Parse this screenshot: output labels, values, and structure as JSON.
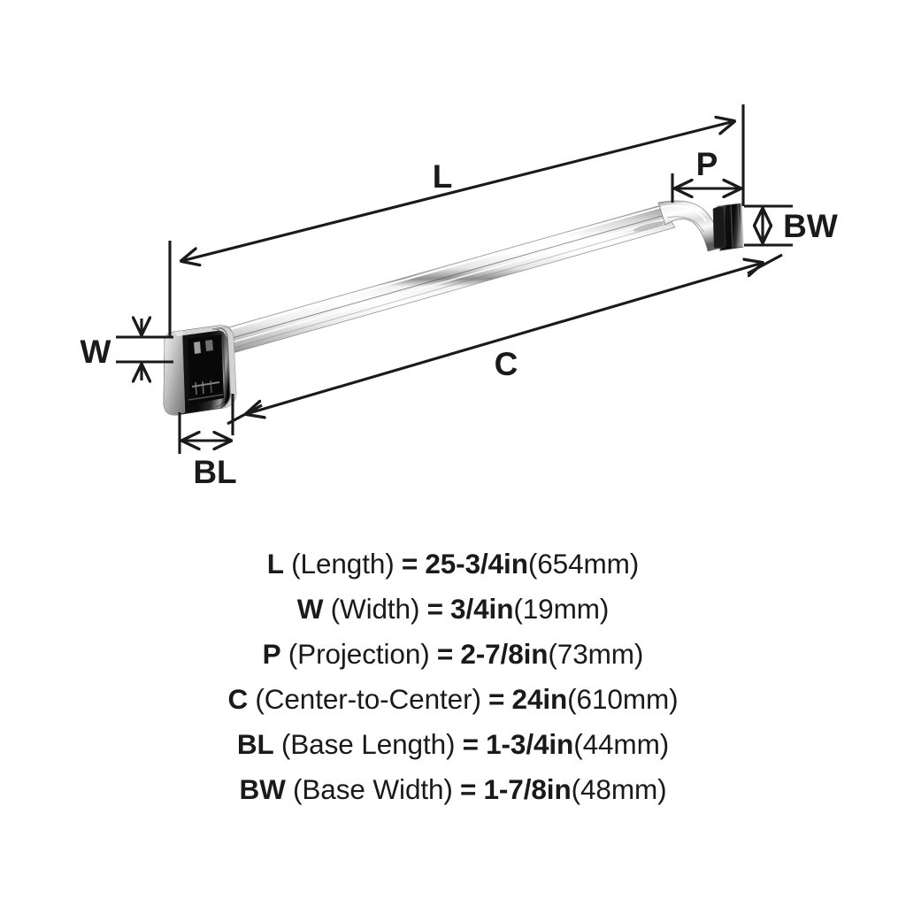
{
  "product": {
    "type": "towel-bar",
    "finish": "polished-chrome",
    "view": "angled-perspective"
  },
  "diagram": {
    "labels": {
      "length": "L",
      "width": "W",
      "projection": "P",
      "center_to_center": "C",
      "base_length": "BL",
      "base_width": "BW"
    }
  },
  "legend": {
    "rows": [
      {
        "key": "L",
        "desc": "(Length)",
        "eq": "=",
        "value": "25-3/4in",
        "metric": "(654mm)"
      },
      {
        "key": "W",
        "desc": "(Width)",
        "eq": "=",
        "value": "3/4in",
        "metric": "(19mm)"
      },
      {
        "key": "P",
        "desc": "(Projection)",
        "eq": "=",
        "value": "2-7/8in",
        "metric": "(73mm)"
      },
      {
        "key": "C",
        "desc": "(Center-to-Center)",
        "eq": "=",
        "value": "24in",
        "metric": "(610mm)"
      },
      {
        "key": "BL",
        "desc": "(Base Length)",
        "eq": "=",
        "value": "1-3/4in",
        "metric": "(44mm)"
      },
      {
        "key": "BW",
        "desc": "(Base Width)",
        "eq": "=",
        "value": "1-7/8in",
        "metric": "(48mm)"
      }
    ]
  },
  "colors": {
    "background": "#ffffff",
    "line": "#1a1a1a",
    "text": "#1a1a1a",
    "chrome_light": "#ffffff",
    "chrome_mid": "#c8c8c8",
    "chrome_dark": "#6e6e6e",
    "bracket_dark": "#0d0d0d"
  }
}
